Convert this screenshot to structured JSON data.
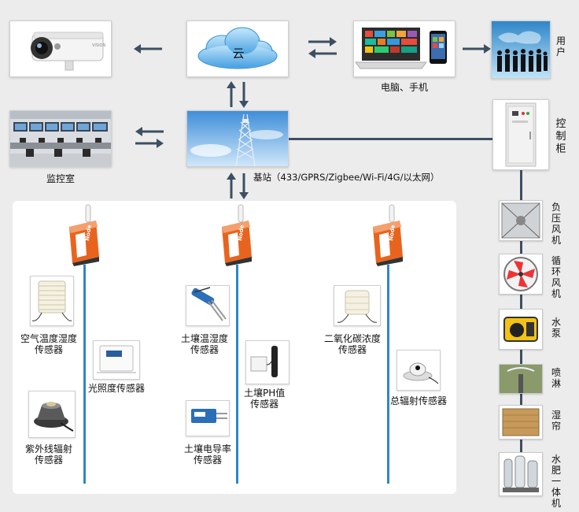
{
  "cloud_label": "云",
  "pc_phone_label": "电脑、手机",
  "user_label": "用户",
  "monitor_room_label": "监控室",
  "base_station_label": "基站（433/GPRS/Zigbee/Wi-Fi/4G/以太网）",
  "control_cabinet_label": "控制柜",
  "node_brand": "Node",
  "sensors": {
    "air_temp_humidity": "空气温度湿度\n传感器",
    "light": "光照度传感器",
    "uv": "紫外线辐射\n传感器",
    "soil_temp_humidity": "土壤温湿度\n传感器",
    "soil_ph": "土壤PH值\n传感器",
    "soil_conductivity": "土壤电导率\n传感器",
    "co2": "二氧化碳浓度\n传感器",
    "total_radiation": "总辐射传感器"
  },
  "devices": {
    "exhaust_fan": "负压风机",
    "circulation_fan": "循环风机",
    "water_pump": "水泵",
    "sprinkler": "喷淋",
    "wet_curtain": "湿帘",
    "fertigation": "水肥一体机"
  },
  "colors": {
    "arrow": "#3d4f63",
    "bus": "#2f86c8",
    "node_orange": "#e8641e"
  }
}
